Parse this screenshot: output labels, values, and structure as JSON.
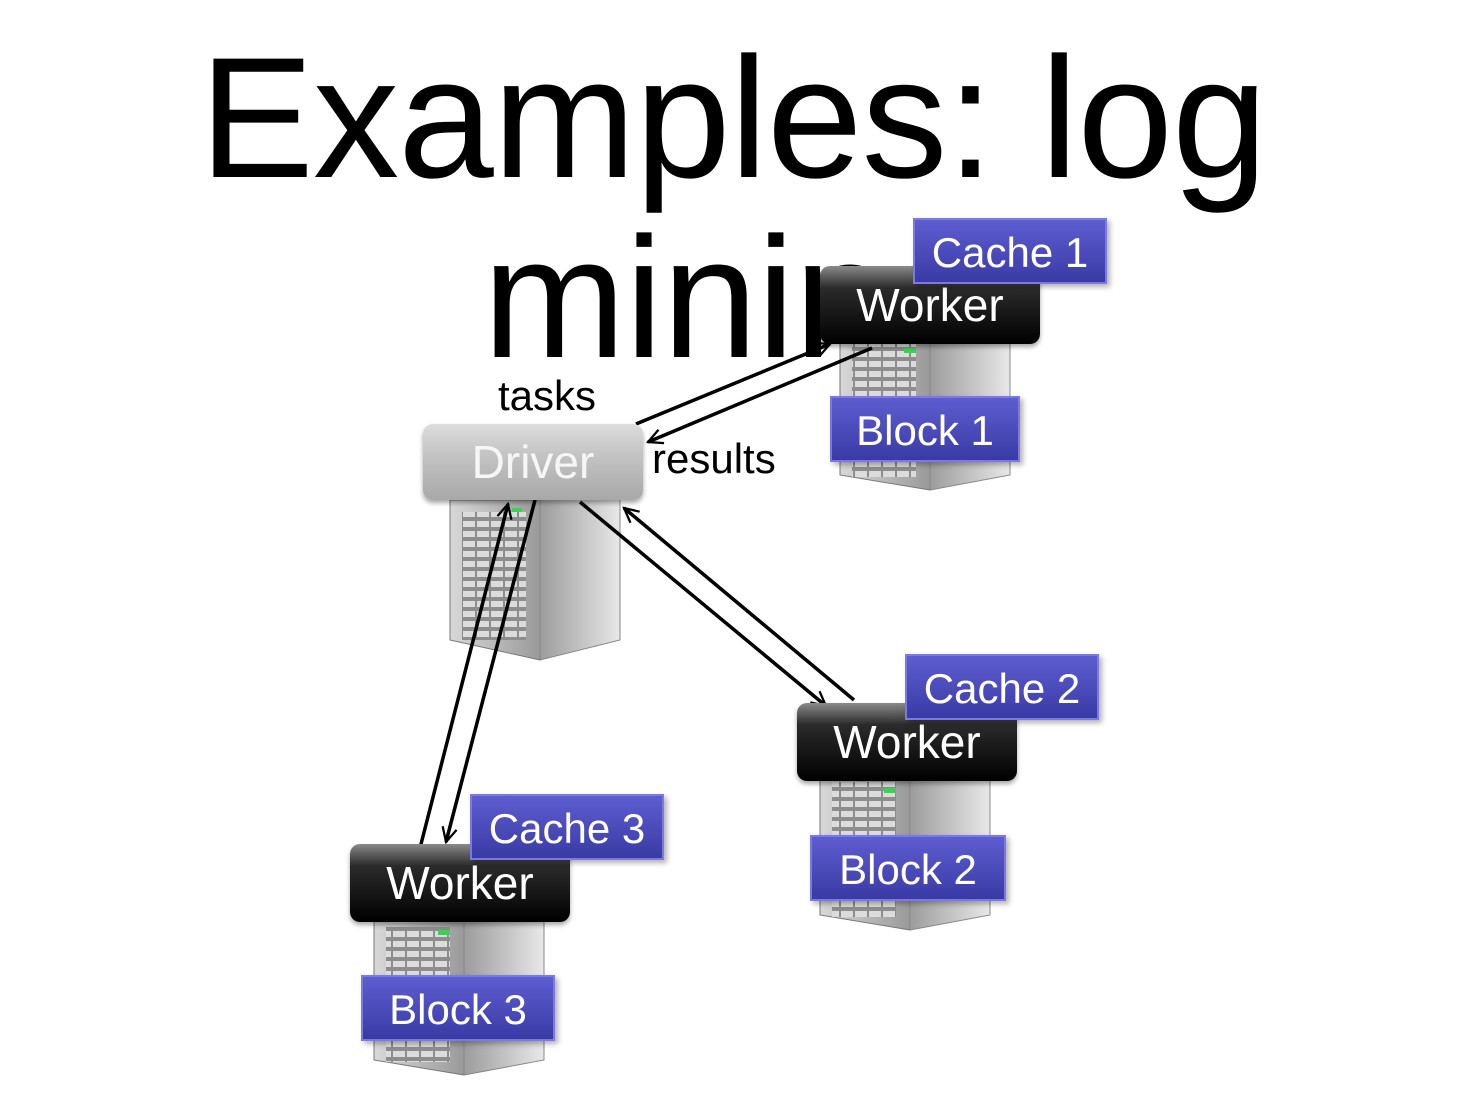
{
  "title": "Examples: log mining",
  "driver": {
    "label": "Driver"
  },
  "edge_labels": {
    "tasks": "tasks",
    "results": "results"
  },
  "workers": [
    {
      "label": "Worker",
      "cache": "Cache 1",
      "block": "Block 1"
    },
    {
      "label": "Worker",
      "cache": "Cache 2",
      "block": "Block 2"
    },
    {
      "label": "Worker",
      "cache": "Cache 3",
      "block": "Block 3"
    }
  ],
  "colors": {
    "chip_fill": "#4646b8",
    "chip_border": "#7a7ae6",
    "worker_fill": "#111111",
    "driver_fill": "#bdbdbd",
    "arrow": "#000000"
  }
}
